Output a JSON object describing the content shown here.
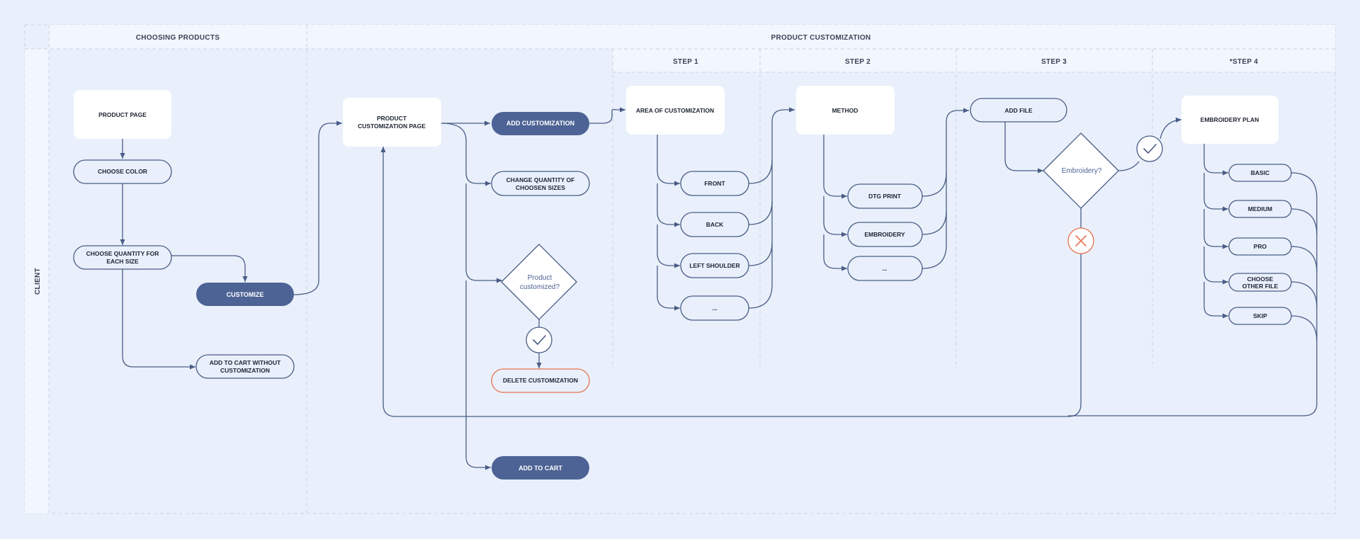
{
  "lanes": {
    "row_label": "CLIENT",
    "choosing": "CHOOSING PRODUCTS",
    "customization": "PRODUCT CUSTOMIZATION",
    "step1": "STEP 1",
    "step2": "STEP 2",
    "step3": "STEP 3",
    "step4": "*STEP 4"
  },
  "nodes": {
    "product_page": "PRODUCT PAGE",
    "choose_color": "CHOOSE COLOR",
    "choose_quantity": [
      "CHOOSE QUANTITY FOR",
      "EACH SIZE"
    ],
    "customize": "CUSTOMIZE",
    "add_to_cart_without": [
      "ADD TO CART WITHOUT",
      "CUSTOMIZATION"
    ],
    "customization_page": [
      "PRODUCT",
      "CUSTOMIZATION PAGE"
    ],
    "add_customization": "ADD CUSTOMIZATION",
    "change_quantity": [
      "CHANGE QUANTITY OF",
      "CHOOSEN SIZES"
    ],
    "product_customized": [
      "Product",
      "customized?"
    ],
    "delete_customization": "DELETE CUSTOMIZATION",
    "add_to_cart": "ADD TO CART",
    "area": "AREA OF CUSTOMIZATION",
    "front": "FRONT",
    "back": "BACK",
    "left_shoulder": "LEFT SHOULDER",
    "area_more": "...",
    "method": "METHOD",
    "dtg": "DTG PRINT",
    "embroidery_method": "EMBROIDERY",
    "method_more": "...",
    "add_file": "ADD FILE",
    "embroidery_q": "Embroidery?",
    "embroidery_plan": "EMBROIDERY PLAN",
    "basic": "BASIC",
    "medium": "MEDIUM",
    "pro": "PRO",
    "choose_other_file": [
      "CHOOSE",
      "OTHER FILE"
    ],
    "skip": "SKIP"
  },
  "colors": {
    "background": "#e9f0fb",
    "lane_header": "#f2f6fd",
    "node_fill": "#ffffff",
    "stroke": "#4a5d86",
    "filled_node": "#4d6395",
    "danger": "#e8714f"
  }
}
